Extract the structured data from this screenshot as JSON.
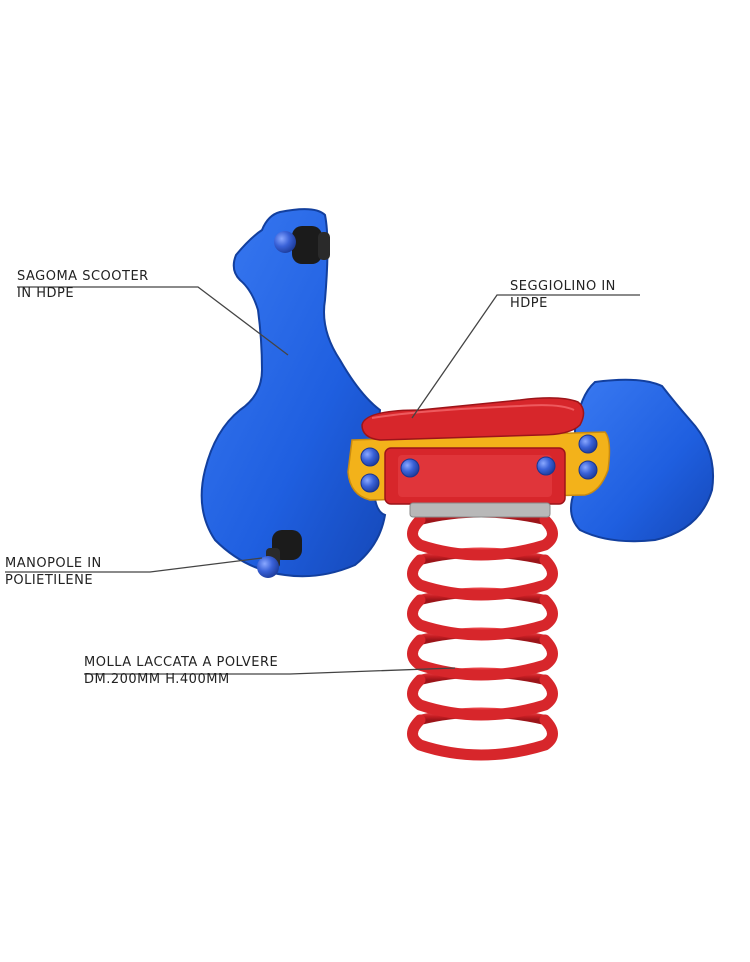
{
  "callouts": {
    "sagoma": {
      "line1": "SAGOMA SCOOTER",
      "line2": "IN HDPE"
    },
    "seggiolino": {
      "line1": "SEGGIOLINO IN",
      "line2": "HDPE"
    },
    "manopole": {
      "line1": "MANOPOLE IN",
      "line2": "POLIETILENE"
    },
    "molla": {
      "line1": "MOLLA LACCATA A POLVERE",
      "line2": "DM.200MM H.400MM"
    }
  },
  "colors": {
    "body_blue": "#1f5fe0",
    "body_blue_dark": "#123f9e",
    "seat_red": "#d7262b",
    "spring_red": "#c81e24",
    "bracket_yellow": "#f3b21a",
    "bolt_blue": "#3a62d8",
    "handle_black": "#1b1b1b",
    "leader_line": "#444444"
  }
}
